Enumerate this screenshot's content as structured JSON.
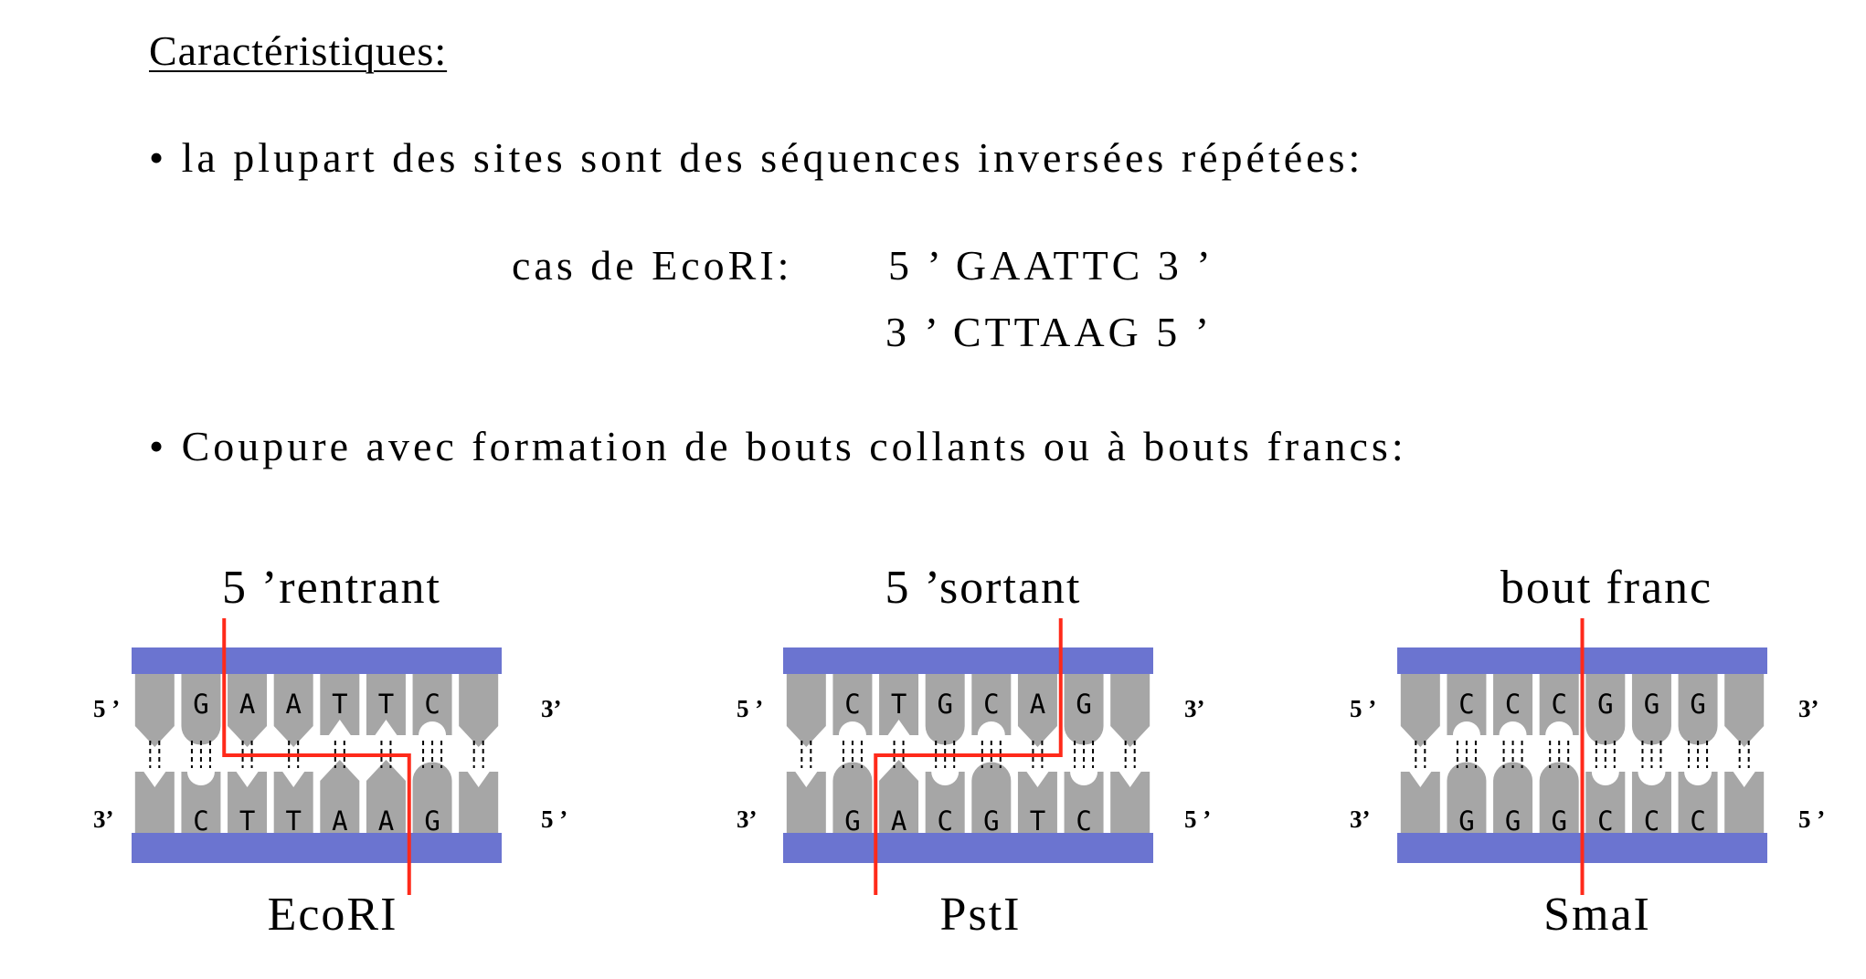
{
  "title": "Caractéristiques:",
  "bullet1": "• la plupart des sites sont des séquences inversées répétées:",
  "example": {
    "label": "cas de EcoRI:",
    "top_strand": "5 ’ GAATTC  3 ’",
    "bottom_strand": "3 ’ CTTAAG  5 ’"
  },
  "bullet2": "• Coupure avec formation de bouts collants ou à bouts francs:",
  "colors": {
    "backbone": "#6b74d0",
    "base": "#a6a6a6",
    "cut": "#ff2a1a"
  },
  "panels": [
    {
      "type_label": "5 ’rentrant",
      "enzyme": "EcoRI",
      "top": "GAATTC",
      "bottom": "CTTAAG",
      "top_cut_after": 1,
      "bottom_cut_after": 5,
      "left_top": "5 ’",
      "right_top": "3’",
      "left_bottom": "3’",
      "right_bottom": "5 ’"
    },
    {
      "type_label": "5 ’sortant",
      "enzyme": "PstI",
      "top": "CTGCAG",
      "bottom": "GACGTC",
      "top_cut_after": 5,
      "bottom_cut_after": 1,
      "left_top": "5 ’",
      "right_top": "3’",
      "left_bottom": "3’",
      "right_bottom": "5 ’"
    },
    {
      "type_label": "bout franc",
      "enzyme": "SmaI",
      "top": "CCCGGG",
      "bottom": "GGGCCC",
      "top_cut_after": 3,
      "bottom_cut_after": 3,
      "left_top": "5 ’",
      "right_top": "3’",
      "left_bottom": "3’",
      "right_bottom": "5 ’"
    }
  ]
}
